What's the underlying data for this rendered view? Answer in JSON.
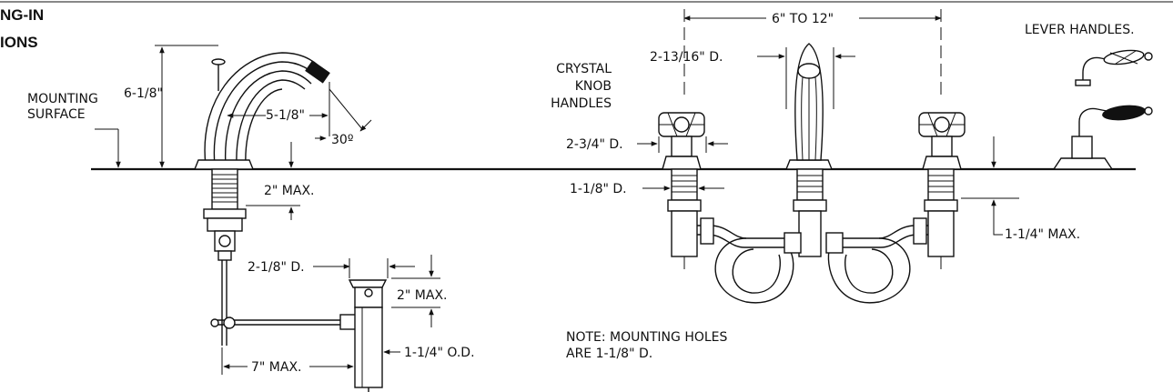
{
  "title": {
    "line1": "NG-IN",
    "line2": "IONS"
  },
  "labels": {
    "mounting_surface_1": "MOUNTING",
    "mounting_surface_2": "SURFACE",
    "height": "6-1/8\"",
    "spout_reach": "5-1/8\"",
    "angle": "30º",
    "left_max": "2\" MAX.",
    "drain_dia": "2-1/8\" D.",
    "drain_max": "2\" MAX.",
    "tail_od": "1-1/4\" O.D.",
    "rod_max": "7\" MAX.",
    "spread": "6\" TO 12\"",
    "spout_dia": "2-13/16\" D.",
    "crystal_1": "CRYSTAL",
    "crystal_2": "KNOB",
    "crystal_3": "HANDLES",
    "knob_dia": "2-3/4\" D.",
    "shank_dia": "1-1/8\" D.",
    "right_max": "1-1/4\" MAX.",
    "lever": "LEVER HANDLES.",
    "note_1": "NOTE: MOUNTING HOLES",
    "note_2": "ARE 1-1/8\" D."
  }
}
